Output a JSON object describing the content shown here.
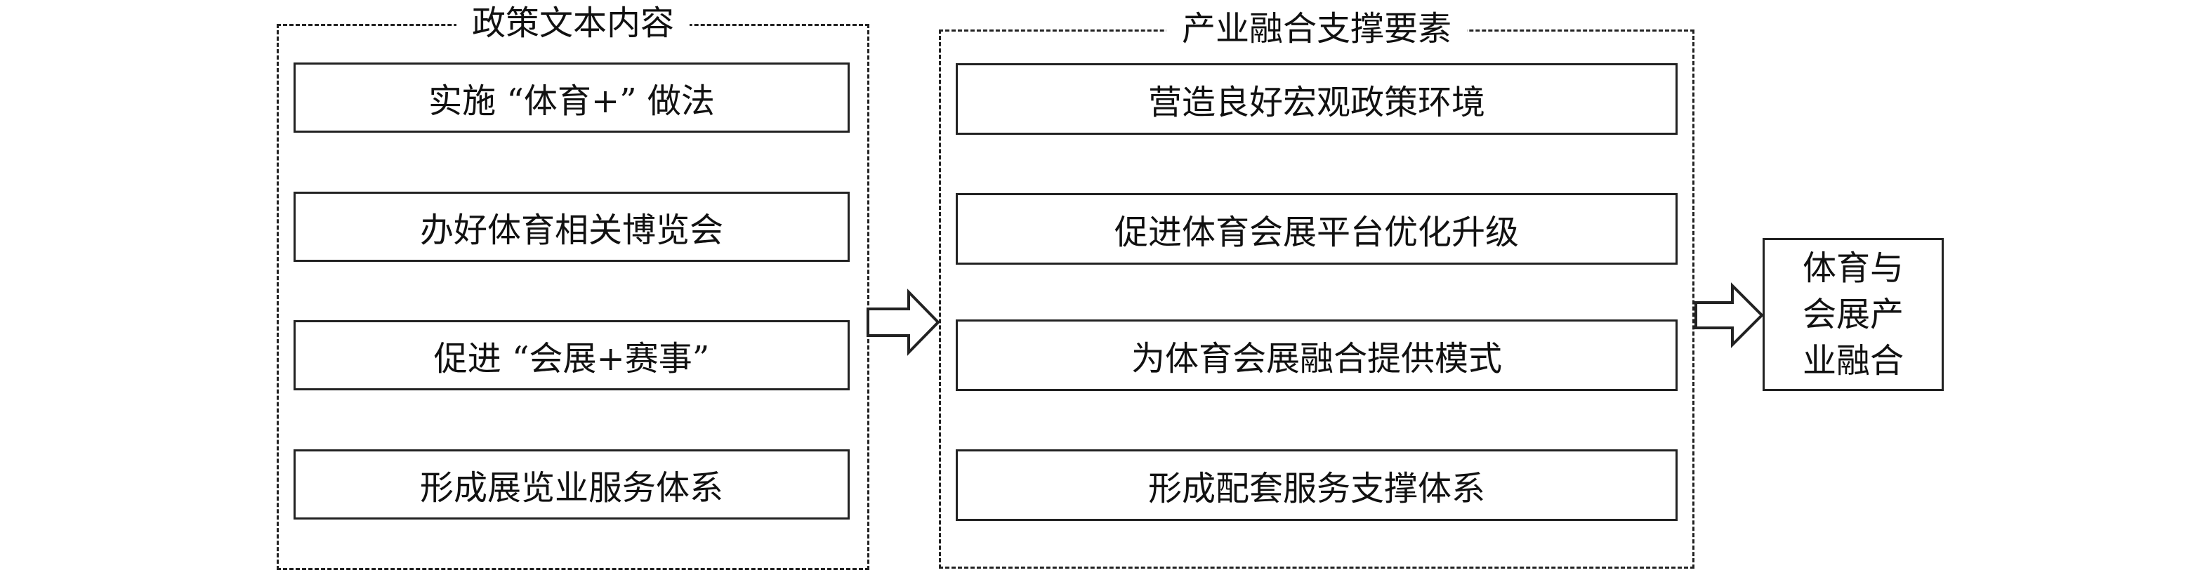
{
  "groups": {
    "policy": {
      "title": "政策文本内容",
      "items": [
        "实施 “体育+” 做法",
        "办好体育相关博览会",
        "促进 “会展+赛事”",
        "形成展览业服务体系"
      ]
    },
    "support": {
      "title": "产业融合支撑要素",
      "items": [
        "营造良好宏观政策环境",
        "促进体育会展平台优化升级",
        "为体育会展融合提供模式",
        "形成配套服务支撑体系"
      ]
    }
  },
  "result": {
    "label": "体育与会展产业融合"
  }
}
